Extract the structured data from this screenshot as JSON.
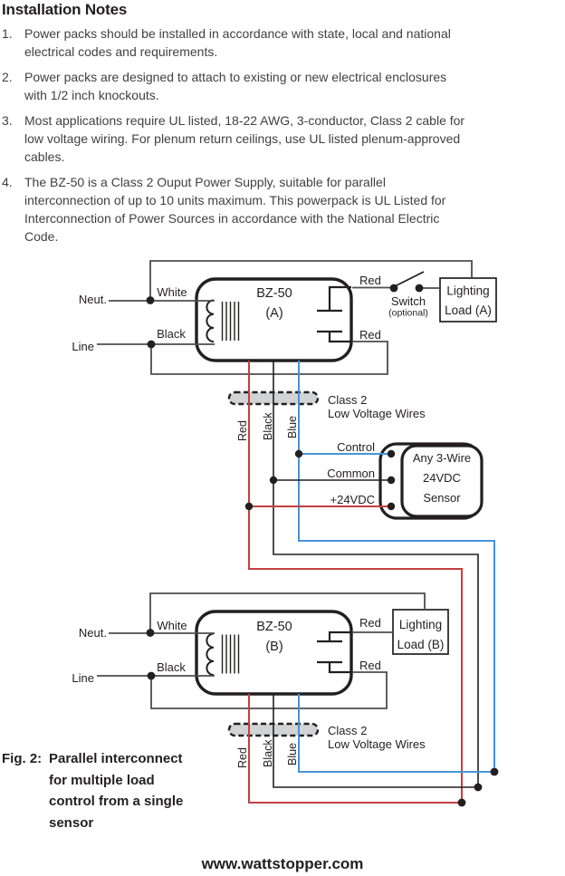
{
  "notes": {
    "title": "Installation Notes",
    "items": [
      {
        "num": "1.",
        "lines": [
          "Power packs should be installed in accordance with state, local and national",
          "electrical codes and requirements."
        ]
      },
      {
        "num": "2.",
        "lines": [
          "Power packs are designed to attach to existing or new electrical enclosures",
          "with 1/2 inch knockouts."
        ]
      },
      {
        "num": "3.",
        "lines": [
          "Most applications require UL listed, 18-22 AWG, 3-conductor, Class 2 cable for",
          "low voltage wiring. For plenum return ceilings, use UL listed plenum-approved",
          "cables."
        ]
      },
      {
        "num": "4.",
        "lines": [
          "The BZ-50 is a Class 2 Ouput Power Supply, suitable for parallel",
          "interconnection of up to 10 units maximum. This powerpack is UL Listed for",
          "Interconnection of Power Sources in accordance with the National Electric",
          "Code."
        ]
      }
    ]
  },
  "diagram": {
    "pack_a": {
      "model": "BZ-50",
      "unit": "(A)"
    },
    "pack_b": {
      "model": "BZ-50",
      "unit": "(B)"
    },
    "labels": {
      "neut": "Neut.",
      "line": "Line",
      "white": "White",
      "black": "Black",
      "red": "Red",
      "switch": "Switch",
      "switch_note": "(optional)",
      "class2_1": "Class 2",
      "class2_2": "Low Voltage Wires",
      "wire_red": "Red",
      "wire_black": "Black",
      "wire_blue": "Blue",
      "control": "Control",
      "common": "Common",
      "vdc": "+24VDC"
    },
    "sensor": {
      "l1": "Any 3-Wire",
      "l2": "24VDC",
      "l3": "Sensor"
    },
    "load_a": {
      "l1": "Lighting",
      "l2": "Load (A)"
    },
    "load_b": {
      "l1": "Lighting",
      "l2": "Load (B)"
    },
    "colors": {
      "red_wire": "#c0413f",
      "blue_wire": "#4394d8",
      "black_wire": "#231f20",
      "gray_wire": "#4d4d4f",
      "capsule_fill": "#d1d3d4"
    }
  },
  "caption": {
    "fig": "Fig. 2:",
    "lines": [
      "Parallel interconnect",
      "for multiple load",
      "control from a single",
      "sensor"
    ]
  },
  "footer": {
    "url": "www.wattstopper.com"
  }
}
